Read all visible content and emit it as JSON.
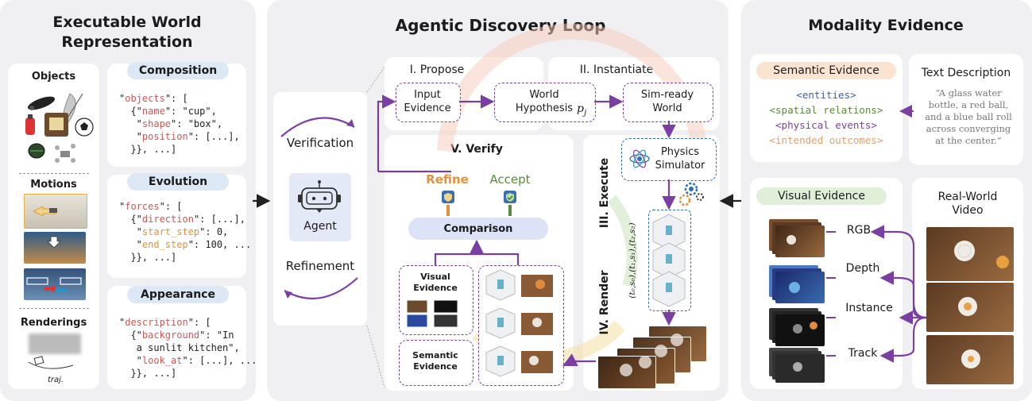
{
  "left": {
    "title_line1": "Executable World",
    "title_line2": "Representation",
    "objects_label": "Objects",
    "motions_label": "Motions",
    "renderings_label": "Renderings",
    "traj_label": "traj.",
    "composition_label": "Composition",
    "evolution_label": "Evolution",
    "appearance_label": "Appearance"
  },
  "middle": {
    "title": "Agentic Discovery Loop",
    "verification_label": "Verification",
    "refinement_label": "Refinement",
    "agent_label": "Agent",
    "propose_label": "I. Propose",
    "instantiate_label": "II. Instantiate",
    "execute_label": "III. Execute",
    "render_label": "IV. Render",
    "verify_label": "V. Verify",
    "input_evidence": "Input\nEvidence",
    "world_hypothesis": "World\nHypothesis",
    "hypothesis_symbol": "p",
    "hypothesis_sub": "j",
    "sim_ready_world": "Sim-ready\nWorld",
    "physics_simulator": "Physics\nSimulator",
    "refine_label": "Refine",
    "accept_label": "Accept",
    "comparison_label": "Comparison",
    "visual_evidence": "Visual\nEvidence",
    "semantic_evidence": "Semantic\nEvidence",
    "states_label": "(t₀,s₀),(t₁,s₁),(t₂,s₂)"
  },
  "right": {
    "title": "Modality Evidence",
    "semantic_evidence_label": "Semantic Evidence",
    "sem_entities": "<entities>",
    "sem_spatial": "<spatial relations>",
    "sem_physical": "<physical events>",
    "sem_outcomes": "<intended outcomes>",
    "text_description_label": "Text Description",
    "text_description": "“A glass water\nbottle, a red ball,\nand a blue ball roll\nacross converging\nat the center.”",
    "visual_evidence_label": "Visual Evidence",
    "rgb": "RGB",
    "depth": "Depth",
    "instance": "Instance",
    "track": "Track",
    "real_world_video": "Real-World\nVideo"
  },
  "colors": {
    "purple": "#7b3fa3",
    "refine": "#e0923a",
    "accept": "#5a8a3a",
    "pill_blue": "#dce8f5",
    "pill_peach": "#fbe3d2",
    "pill_green": "#e0f0d8",
    "comparison": "#dde3f7"
  }
}
